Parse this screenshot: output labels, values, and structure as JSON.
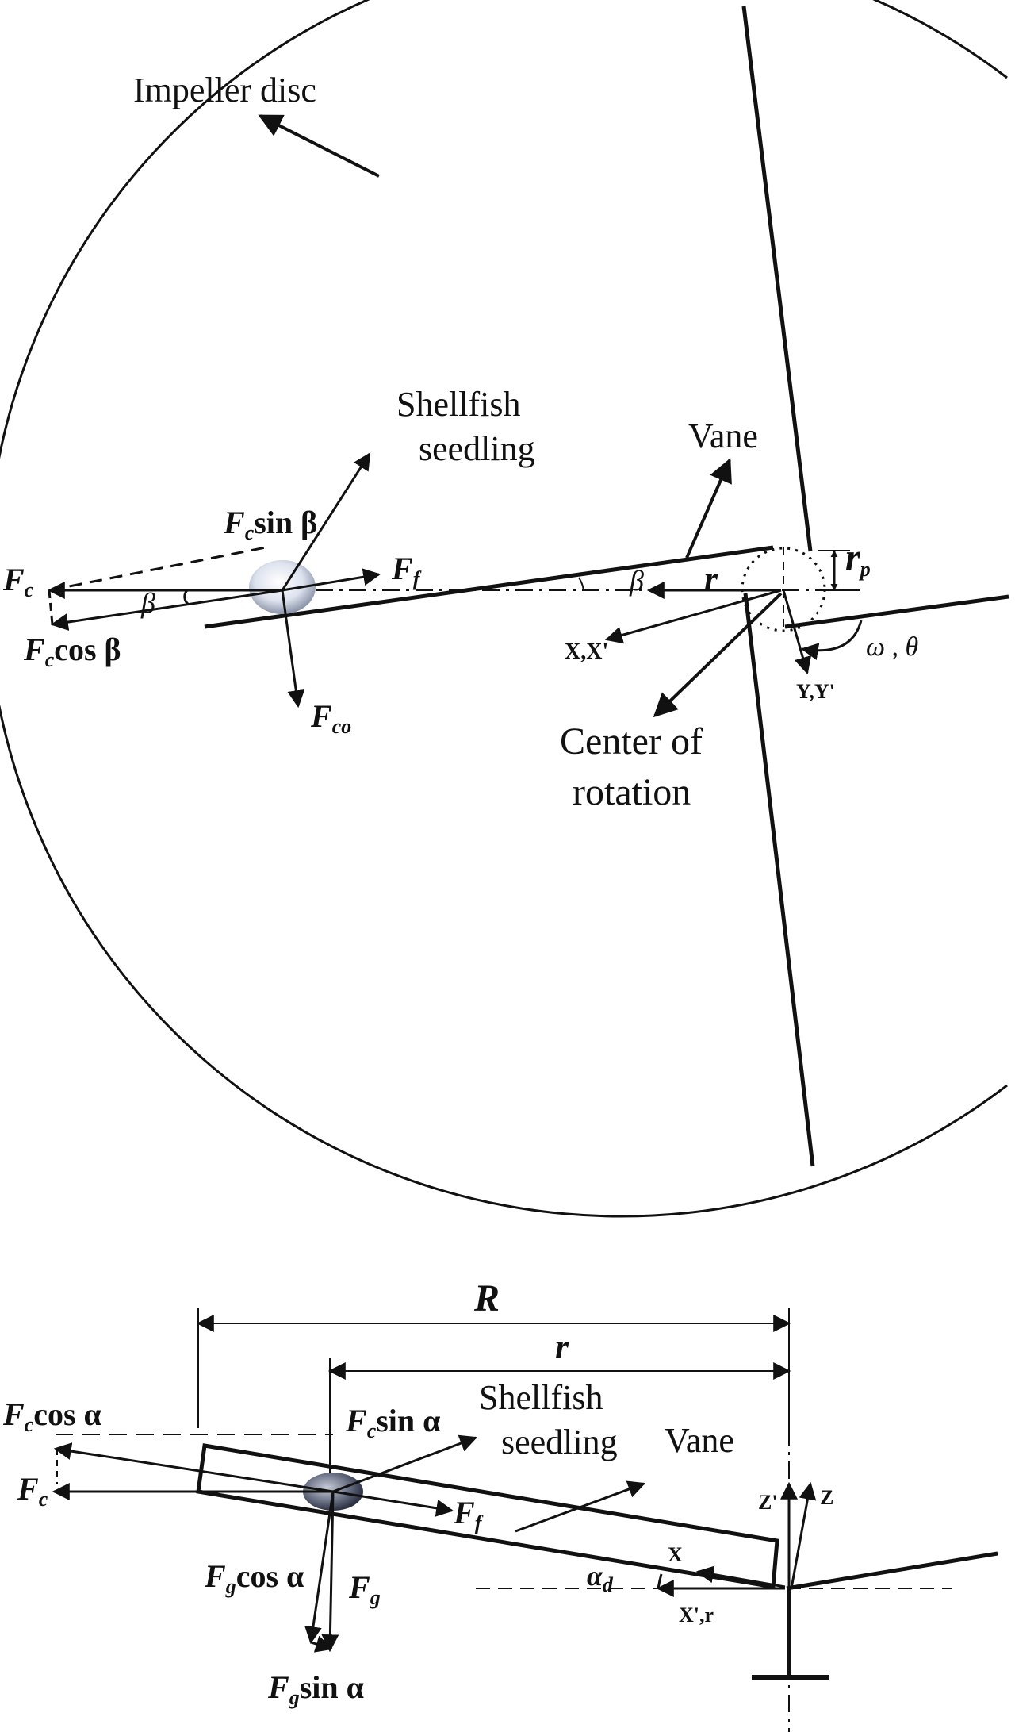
{
  "top_diagram": {
    "impeller_disc": "Impeller disc",
    "shellfish_line1": "Shellfish",
    "shellfish_line2": "seedling",
    "vane": "Vane",
    "center_line1": "Center of",
    "center_line2": "rotation",
    "fc_main": "F",
    "fc_sub": "c",
    "fcsin_main": "F",
    "fcsin_sub": "c",
    "fcsin_rest": "sin β",
    "fccos_main": "F",
    "fccos_sub": "c",
    "fccos_rest": "cos β",
    "ff_main": "F",
    "ff_sub": "f",
    "fco_main": "F",
    "fco_sub": "co",
    "beta_left": "β",
    "beta_right": "β",
    "r": "r",
    "rp_main": "r",
    "rp_sub": "p",
    "xx": "X,X'",
    "yy": "Y,Y'",
    "omega_theta": "ω , θ"
  },
  "bottom_diagram": {
    "R": "R",
    "r": "r",
    "shellfish_line1": "Shellfish",
    "shellfish_line2": "seedling",
    "vane": "Vane",
    "fccos_main": "F",
    "fccos_sub": "c",
    "fccos_rest": "cos α",
    "fcsin_main": "F",
    "fcsin_sub": "c",
    "fcsin_rest": "sin α",
    "fc_main": "F",
    "fc_sub": "c",
    "ff_main": "F",
    "ff_sub": "f",
    "fgcos_main": "F",
    "fgcos_sub": "g",
    "fgcos_rest": "cos α",
    "fg_main": "F",
    "fg_sub": "g",
    "fgsin_main": "F",
    "fgsin_sub": "g",
    "fgsin_rest": "sin α",
    "alpha_main": "α",
    "alpha_sub": "d",
    "x": "X",
    "xr": "X',r",
    "zp": "Z'",
    "z": "Z"
  }
}
